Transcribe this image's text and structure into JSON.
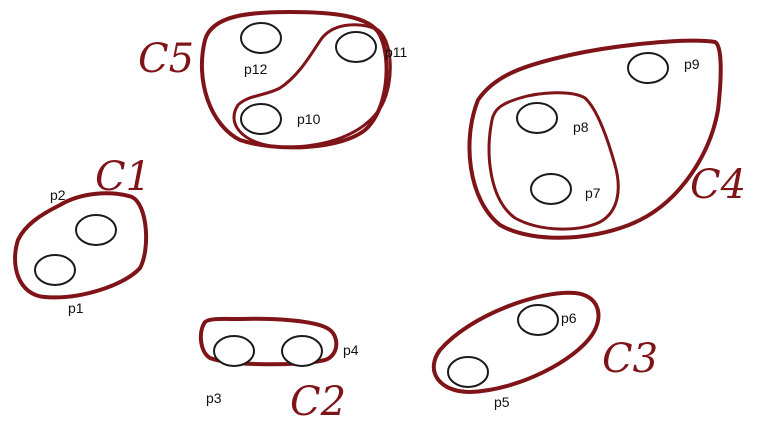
{
  "points": [
    {
      "id": "p1",
      "label": "p1"
    },
    {
      "id": "p2",
      "label": "p2"
    },
    {
      "id": "p3",
      "label": "p3"
    },
    {
      "id": "p4",
      "label": "p4"
    },
    {
      "id": "p5",
      "label": "p5"
    },
    {
      "id": "p6",
      "label": "p6"
    },
    {
      "id": "p7",
      "label": "p7"
    },
    {
      "id": "p8",
      "label": "p8"
    },
    {
      "id": "p9",
      "label": "p9"
    },
    {
      "id": "p10",
      "label": "p10"
    },
    {
      "id": "p11",
      "label": "p11"
    },
    {
      "id": "p12",
      "label": "p12"
    }
  ],
  "clusters": [
    {
      "id": "C1",
      "label": "C1",
      "members": [
        "p1",
        "p2"
      ]
    },
    {
      "id": "C2",
      "label": "C2",
      "members": [
        "p3",
        "p4"
      ]
    },
    {
      "id": "C3",
      "label": "C3",
      "members": [
        "p5",
        "p6"
      ]
    },
    {
      "id": "C4",
      "label": "C4",
      "members": [
        "p7",
        "p8",
        "p9"
      ]
    },
    {
      "id": "C5",
      "label": "C5",
      "members": [
        "p10",
        "p11",
        "p12"
      ]
    }
  ],
  "colors": {
    "cluster_outline": "#7f1418",
    "point_stroke": "#1a1a1a",
    "background": "#ffffff"
  }
}
